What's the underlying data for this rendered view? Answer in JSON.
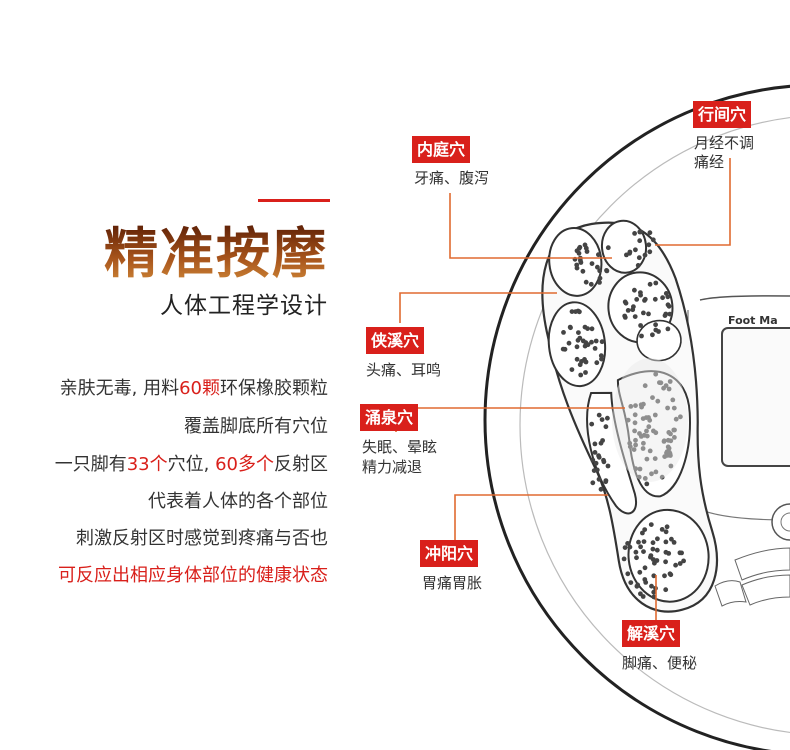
{
  "header": {
    "title": "精准按摩",
    "subtitle": "人体工程学设计"
  },
  "description": {
    "line1": {
      "a": "亲肤无毒, 用料",
      "b": "60颗",
      "c": "环保橡胶颗粒"
    },
    "line2": "覆盖脚底所有穴位",
    "line3": {
      "a": "一只脚有",
      "b": "33个",
      "c": "穴位, ",
      "d": "60多个",
      "e": "反射区"
    },
    "line4": "代表着人体的各个部位",
    "line5": "刺激反射区时感觉到疼痛与否也",
    "line6": "可反应出相应身体部位的健康状态"
  },
  "acupoints": [
    {
      "name": "内庭穴",
      "desc": [
        "牙痛、腹泻"
      ]
    },
    {
      "name": "行间穴",
      "desc": [
        "月经不调",
        "痛经"
      ]
    },
    {
      "name": "侠溪穴",
      "desc": [
        "头痛、耳鸣"
      ]
    },
    {
      "name": "涌泉穴",
      "desc": [
        "失眠、晕眩",
        "精力减退"
      ]
    },
    {
      "name": "冲阳穴",
      "desc": [
        "胃痛胃胀"
      ]
    },
    {
      "name": "解溪穴",
      "desc": [
        "脚痛、便秘"
      ]
    }
  ],
  "device": {
    "brand": "Foot Ma"
  },
  "colors": {
    "accent": "#d9201b",
    "title_gradient": [
      "#5a1d05",
      "#d28a3a"
    ]
  }
}
